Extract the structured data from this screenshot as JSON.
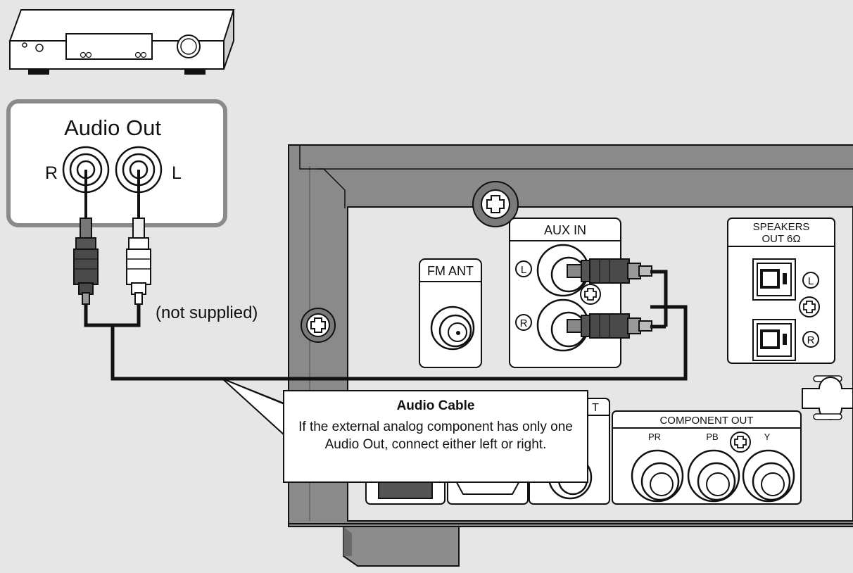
{
  "external_component": {
    "panel_title": "Audio Out",
    "right_label": "R",
    "left_label": "L"
  },
  "cable_note": "(not supplied)",
  "unit_panel": {
    "fm_ant_label": "FM ANT",
    "aux_in_label": "AUX IN",
    "aux_left_marker": "L",
    "aux_right_marker": "R",
    "speakers_label_line1": "SPEAKERS",
    "speakers_label_line2": "OUT 6Ω",
    "speakers_left_marker": "L",
    "speakers_right_marker": "R",
    "component_out_label": "COMPONENT OUT",
    "component_pr_label": "PR",
    "component_pb_label": "PB",
    "component_y_label": "Y",
    "hidden_label_fragment": "T"
  },
  "callout": {
    "title": "Audio Cable",
    "text": "If the external analog component has only one Audio Out, connect either left or right."
  },
  "colors": {
    "background": "#e6e6e6",
    "panel_gray": "#8a8a8a",
    "line": "#111111",
    "white": "#ffffff"
  }
}
